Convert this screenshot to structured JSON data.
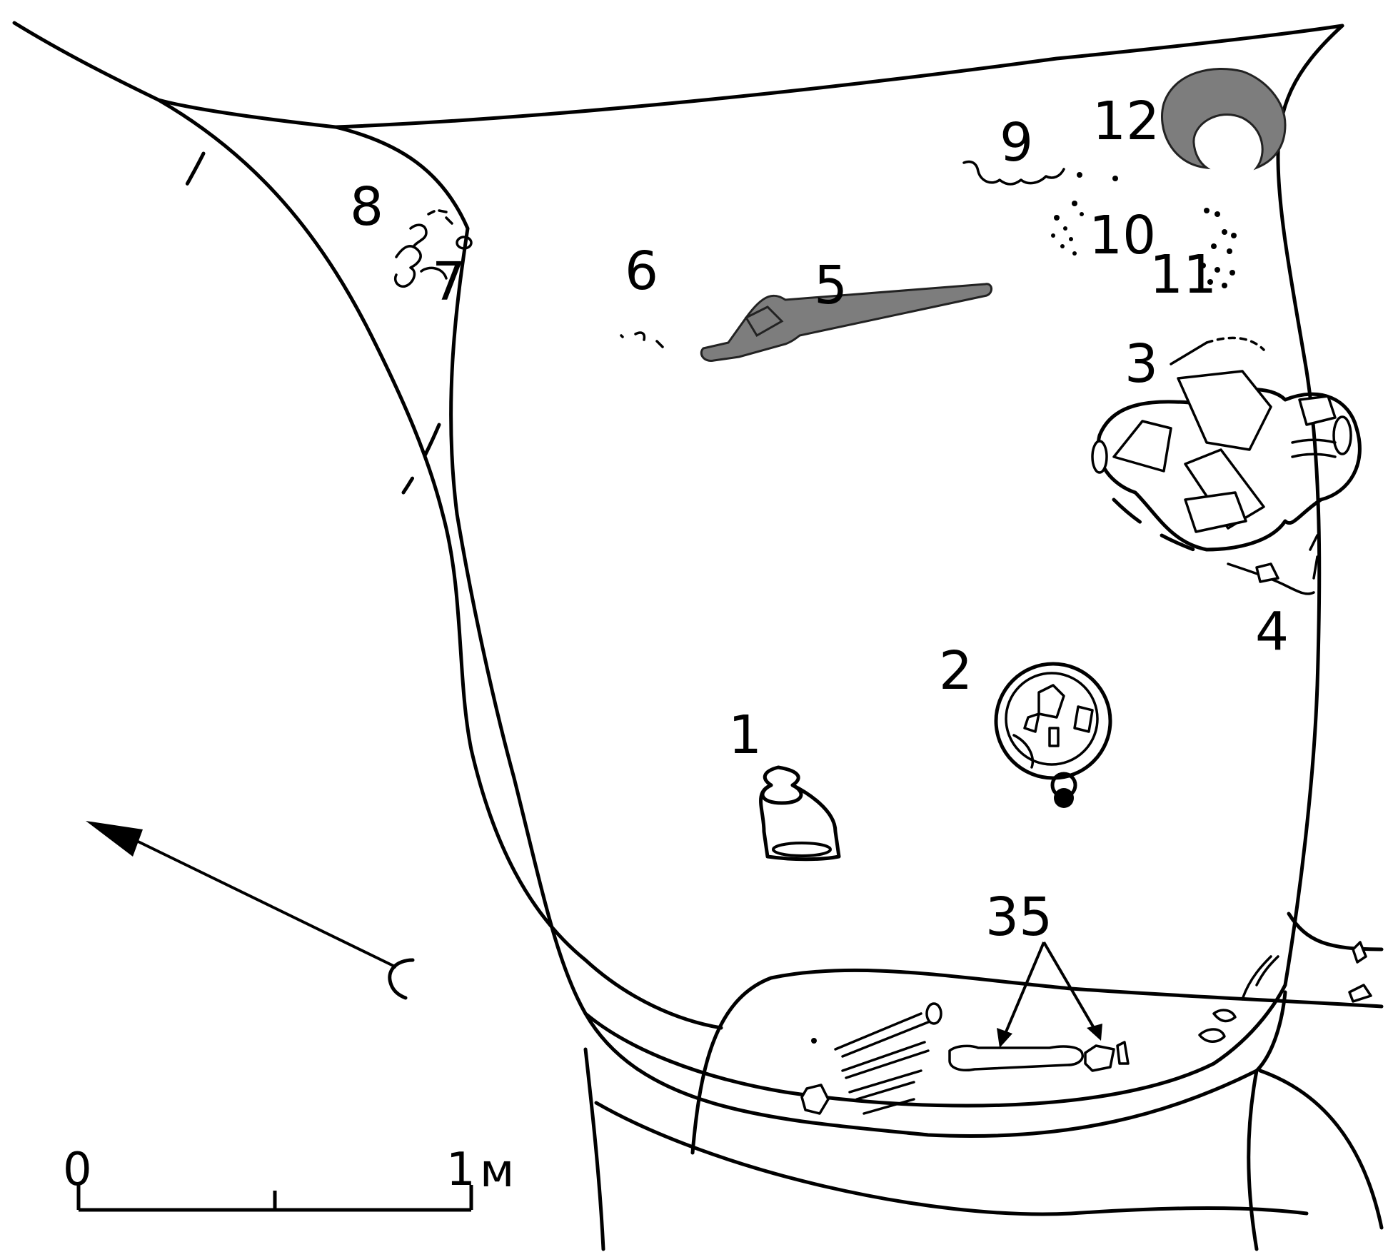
{
  "finds": [
    {
      "num": "1"
    },
    {
      "num": "2"
    },
    {
      "num": "3"
    },
    {
      "num": "4"
    },
    {
      "num": "5"
    },
    {
      "num": "6"
    },
    {
      "num": "7"
    },
    {
      "num": "8"
    },
    {
      "num": "9"
    },
    {
      "num": "10"
    },
    {
      "num": "11"
    },
    {
      "num": "12"
    }
  ],
  "callout": "35",
  "scale": {
    "start": "0",
    "end": "1",
    "unit": "м"
  },
  "colors": {
    "ink": "#000000",
    "artifact_fill": "#7d7d7d",
    "paper": "#ffffff"
  },
  "icons": [
    "north-arrow-icon"
  ]
}
